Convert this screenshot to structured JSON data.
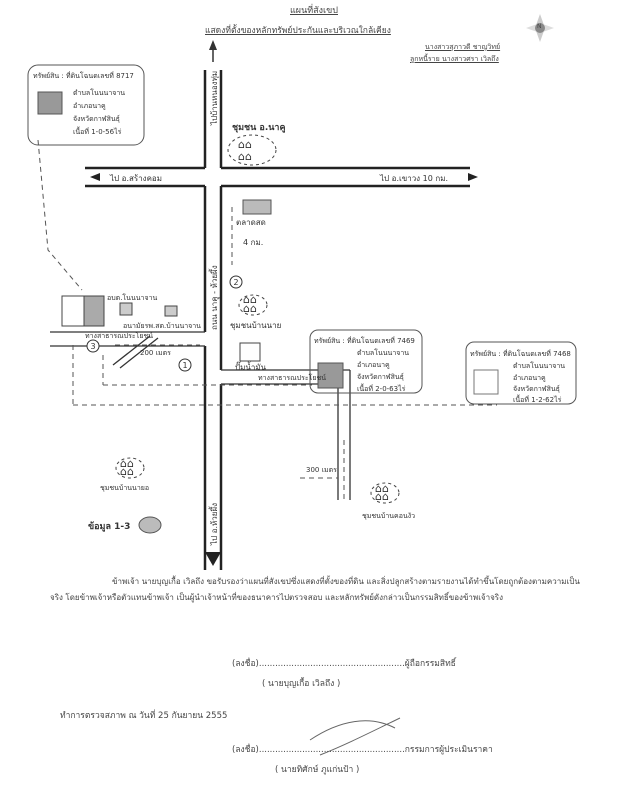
{
  "header": {
    "title": "แผนที่สังเขป",
    "subtitle": "แสดงที่ตั้งของหลักทรัพย์ประกันและบริเวณใกล้เคียง",
    "bank_line": "นางสาวสุภาวดี ชาญวิทย์",
    "debtor_line": "ลูกหนี้ราย นางสาวศรา เวิลถึง",
    "compass_label": "N"
  },
  "map": {
    "road_north": "ไปบ้านหนองทุ่ม",
    "road_main": "ถนน นาคู - ห้วยผึ้ง",
    "road_south": "ไป อ.ห้วยผึ้ง",
    "road_west": "ไป อ.สร้างคอม",
    "road_east": "ไป อ.เขาวง 10 กม.",
    "community_naku": "ชุมชน อ.นาคู",
    "market": "ตลาดสด",
    "market_distance": "4 กม.",
    "community_bannai": "ชุมชนบ้านนาย",
    "gas_station": "ปั๊มน้ำมัน",
    "tambon_office": "อบต.โนนนาจาน",
    "health_center": "อนามัยรพ.สต.บ้านนาจาน",
    "public_road_left": "ทางสาธารณประโยชน์",
    "distance_200": "200 เมตร",
    "public_road_right": "ทางสาธารณประโยชน์",
    "distance_300": "300 เมตร",
    "community_nayo": "ชุมชนบ้านนายอ",
    "community_khonwua": "ชุมชนบ้านคอนงัว",
    "info_note": "ข้อมูล 1-3",
    "markers": [
      "1",
      "2",
      "3"
    ],
    "parcels": [
      {
        "title": "ทรัพย์สิน : ที่ดินโฉนดเลขที่ 8717",
        "tambon": "ตำบลโนนนาจาน",
        "amphoe": "อำเภอนาคู",
        "province": "จังหวัดกาฬสินธุ์",
        "area": "เนื้อที่ 1-0-56ไร่"
      },
      {
        "title": "ทรัพย์สิน : ที่ดินโฉนดเลขที่ 7469",
        "tambon": "ตำบลโนนนาจาน",
        "amphoe": "อำเภอนาคู",
        "province": "จังหวัดกาฬสินธุ์",
        "area": "เนื้อที่ 2-0-63ไร่"
      },
      {
        "title": "ทรัพย์สิน : ที่ดินโฉนดเลขที่ 7468",
        "tambon": "ตำบลโนนนาจาน",
        "amphoe": "อำเภอนาคู",
        "province": "จังหวัดกาฬสินธุ์",
        "area": "เนื้อที่ 1-2-62ไร่"
      }
    ]
  },
  "certification": {
    "paragraph": "ข้าพเจ้า  นายบุญเกื้อ  เวิลถึง   ขอรับรองว่าแผนที่สังเขปซึ่งแสดงที่ตั้งของที่ดิน และสิ่งปลูกสร้างตามรายงานได้ทำขึ้นโดยถูกต้องตามความเป็นจริง  โดยข้าพเจ้าหรือตัวแทนข้าพเจ้า เป็นผู้นำเจ้าหน้าที่ของธนาคารไปตรวจสอบ และหลักทรัพย์ดังกล่าวเป็นกรรมสิทธิ์ของข้าพเจ้าจริง",
    "owner_sign": "(ลงชื่อ)......................................................ผู้ถือกรรมสิทธิ์",
    "owner_name": "( นายบุญเกื้อ  เวิลถึง )",
    "inspection_date": "ทำการตรวจสภาพ ณ วันที่      25 กันยายน    2555",
    "appraiser_sign": "(ลงชื่อ)......................................................กรรมการผู้ประเมินราคา",
    "appraiser_name": "( นายทิศักษ์  ภูแก่นป้า )"
  }
}
